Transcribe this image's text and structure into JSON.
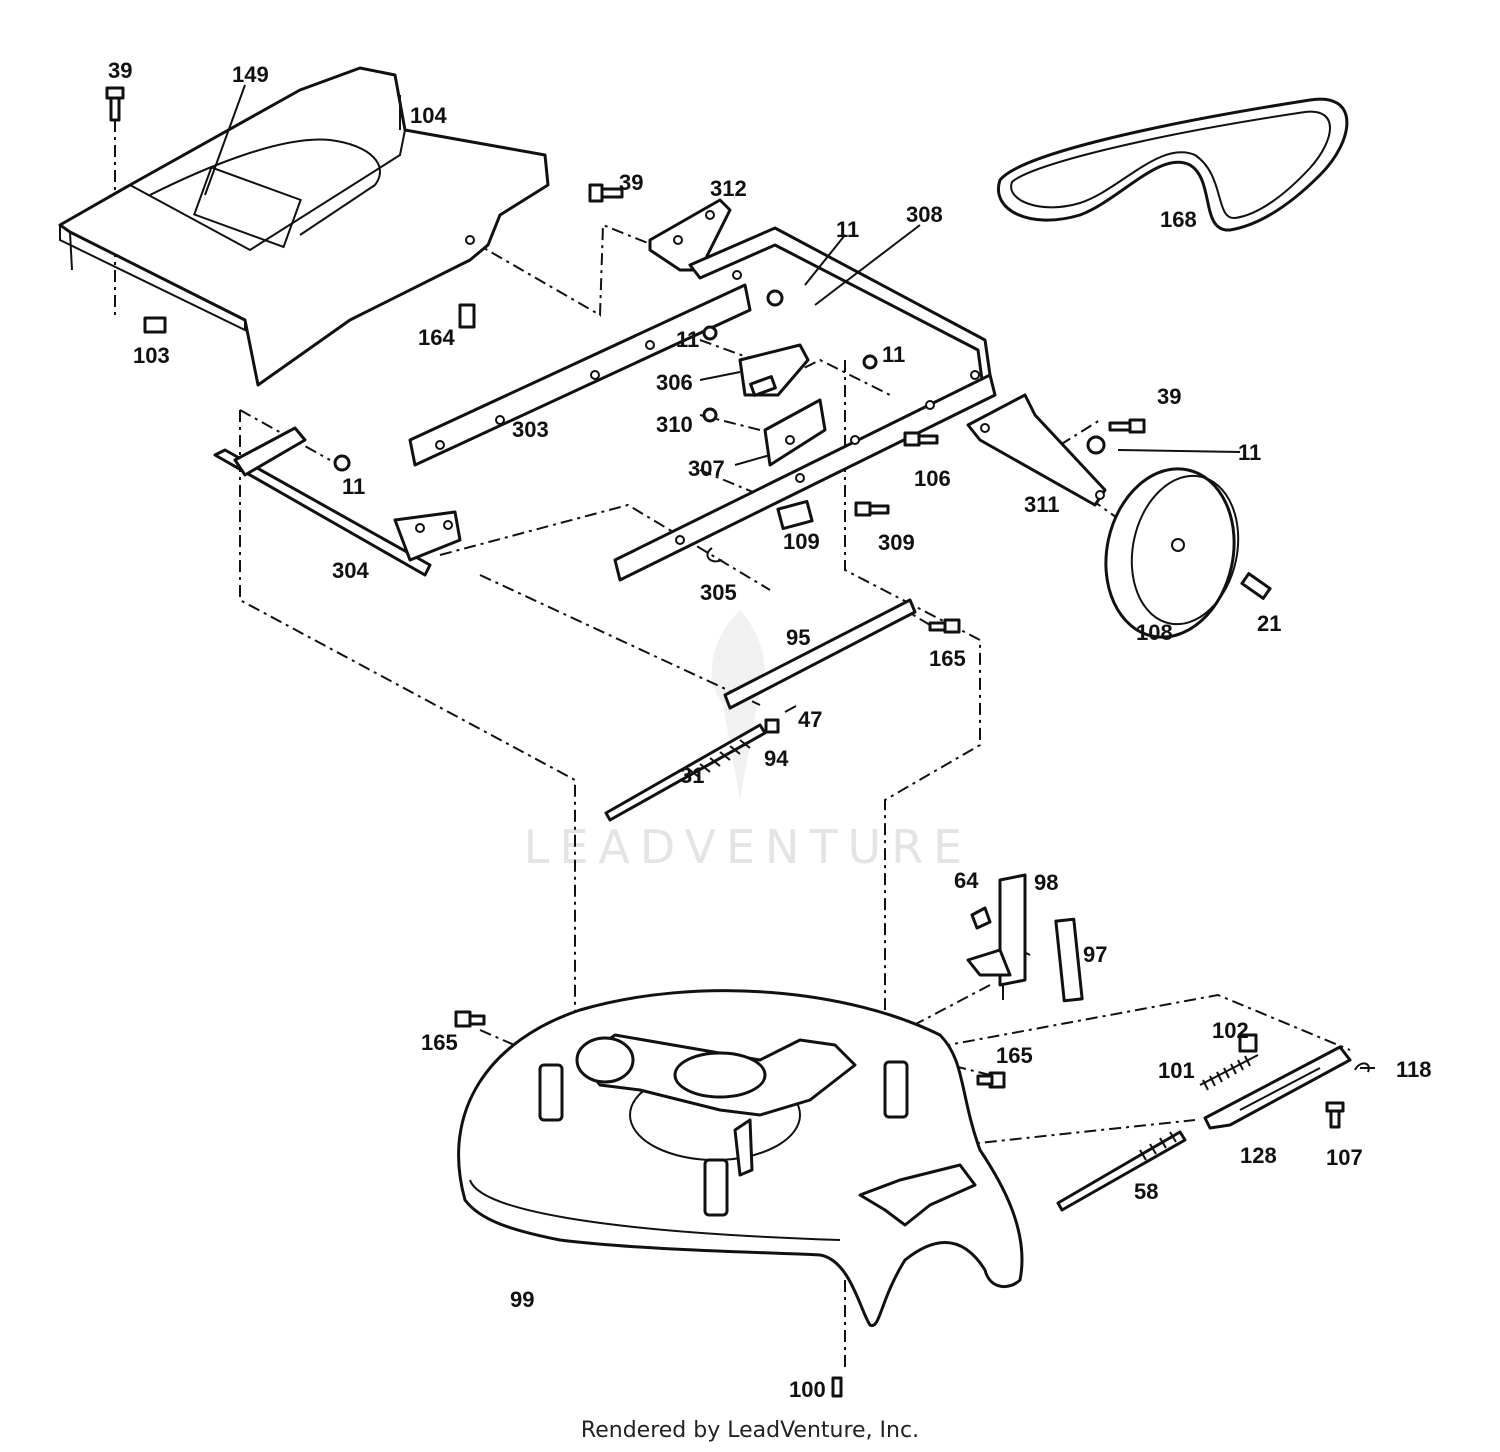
{
  "watermark": "LEADVENTURE",
  "footer": "Rendered by LeadVenture, Inc.",
  "callouts": [
    {
      "id": "c39a",
      "label": "39"
    },
    {
      "id": "c149",
      "label": "149"
    },
    {
      "id": "c104",
      "label": "104"
    },
    {
      "id": "c103",
      "label": "103"
    },
    {
      "id": "c164",
      "label": "164"
    },
    {
      "id": "c39b",
      "label": "39"
    },
    {
      "id": "c312",
      "label": "312"
    },
    {
      "id": "c11a",
      "label": "11"
    },
    {
      "id": "c308",
      "label": "308"
    },
    {
      "id": "c168",
      "label": "168"
    },
    {
      "id": "c11b",
      "label": "11"
    },
    {
      "id": "c11c",
      "label": "11"
    },
    {
      "id": "c306",
      "label": "306"
    },
    {
      "id": "c303",
      "label": "303"
    },
    {
      "id": "c310",
      "label": "310"
    },
    {
      "id": "c307",
      "label": "307"
    },
    {
      "id": "c106",
      "label": "106"
    },
    {
      "id": "c39c",
      "label": "39"
    },
    {
      "id": "c11d",
      "label": "11"
    },
    {
      "id": "c311",
      "label": "311"
    },
    {
      "id": "c11e",
      "label": "11"
    },
    {
      "id": "c304",
      "label": "304"
    },
    {
      "id": "c109",
      "label": "109"
    },
    {
      "id": "c309",
      "label": "309"
    },
    {
      "id": "c305",
      "label": "305"
    },
    {
      "id": "c108",
      "label": "108"
    },
    {
      "id": "c21",
      "label": "21"
    },
    {
      "id": "c95",
      "label": "95"
    },
    {
      "id": "c165a",
      "label": "165"
    },
    {
      "id": "c47",
      "label": "47"
    },
    {
      "id": "c94",
      "label": "94"
    },
    {
      "id": "c31",
      "label": "31"
    },
    {
      "id": "c64",
      "label": "64"
    },
    {
      "id": "c98",
      "label": "98"
    },
    {
      "id": "c97",
      "label": "97"
    },
    {
      "id": "c165b",
      "label": "165"
    },
    {
      "id": "c165c",
      "label": "165"
    },
    {
      "id": "c102",
      "label": "102"
    },
    {
      "id": "c101",
      "label": "101"
    },
    {
      "id": "c118",
      "label": "118"
    },
    {
      "id": "c128",
      "label": "128"
    },
    {
      "id": "c107",
      "label": "107"
    },
    {
      "id": "c58",
      "label": "58"
    },
    {
      "id": "c99",
      "label": "99"
    },
    {
      "id": "c100",
      "label": "100"
    }
  ]
}
